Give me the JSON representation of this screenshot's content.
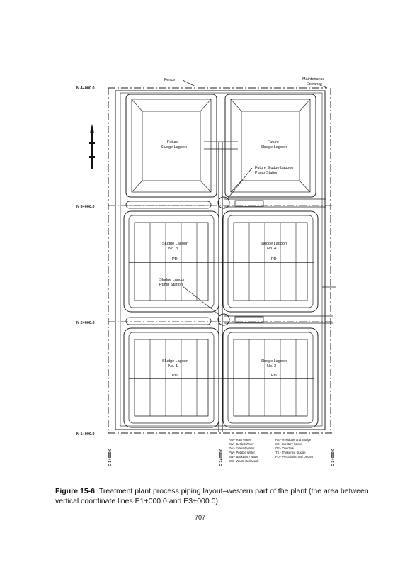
{
  "drawing": {
    "labels": {
      "fence": "Fence",
      "maintenance_entrance_1": "Maintenance",
      "maintenance_entrance_2": "Entrance",
      "future_sludge_lagoon_w_1": "Future",
      "future_sludge_lagoon_w_2": "Sludge Lagoon",
      "future_sludge_lagoon_e_1": "Future",
      "future_sludge_lagoon_e_2": "Sludge Lagoon",
      "future_pump_station_1": "Future Sludge Lagoon",
      "future_pump_station_2": "Pump Station",
      "lagoon3_1": "Sludge Lagoon",
      "lagoon3_2": "No. 3",
      "lagoon4_1": "Sludge Lagoon",
      "lagoon4_2": "No. 4",
      "lagoon1_1": "Sludge Lagoon",
      "lagoon1_2": "No. 1",
      "lagoon2_1": "Sludge Lagoon",
      "lagoon2_2": "No. 2",
      "pump_station_1": "Sludge Lagoon",
      "pump_station_2": "Pump Station",
      "pd": "PD"
    },
    "coords": {
      "n4000": "N 4+000.0",
      "n3000": "N 3+000.0",
      "n2000": "N 2+000.0",
      "n1000": "N 1+000.0",
      "e1000": "E 1+000.0",
      "e2000": "E 2+000.0",
      "e3000": "E 3+000.0"
    },
    "legend": {
      "left": [
        "RW - Raw Water",
        "SW - Settled Water",
        "FW - Filtered Water",
        "PW - Potable Water",
        "BW - Backwash Water",
        "WB - Waste Backwash"
      ],
      "right": [
        "RS - Residuals and Sludge",
        "SS - Sanitary Sewer",
        "OF - Overflow",
        "TS - Thickened Sludge",
        "PD - Percolation and Decant"
      ]
    }
  },
  "caption": {
    "label": "Figure 15-6",
    "text": "Treatment plant process piping layout–western part of the plant (the area between vertical coordinate lines E1+000.0 and E3+000.0)."
  },
  "page_number": "707"
}
